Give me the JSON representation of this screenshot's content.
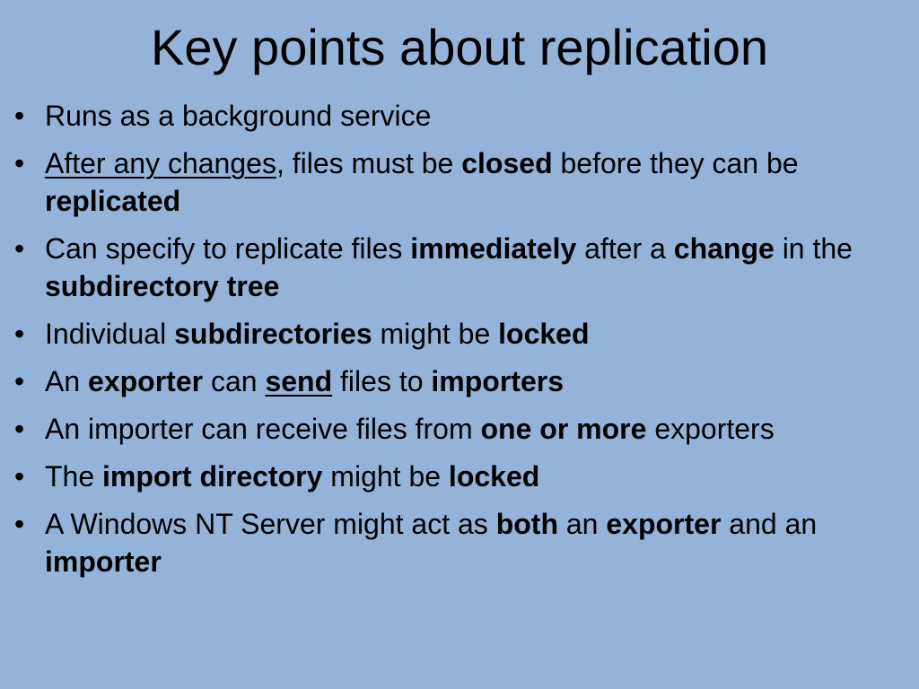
{
  "slide": {
    "title": "Key points about replication",
    "bullets": [
      [
        {
          "text": "Runs as a background service"
        }
      ],
      [
        {
          "text": "After any changes",
          "underline": true
        },
        {
          "text": ", files must be "
        },
        {
          "text": "closed",
          "bold": true
        },
        {
          "text": " before they can be "
        },
        {
          "text": "replicated",
          "bold": true
        }
      ],
      [
        {
          "text": "Can specify to replicate files "
        },
        {
          "text": "immediately",
          "bold": true
        },
        {
          "text": " after a "
        },
        {
          "text": "change",
          "bold": true
        },
        {
          "text": " in the "
        },
        {
          "text": "subdirectory tree",
          "bold": true
        }
      ],
      [
        {
          "text": "Individual "
        },
        {
          "text": "subdirectories",
          "bold": true
        },
        {
          "text": " might be "
        },
        {
          "text": "locked",
          "bold": true
        }
      ],
      [
        {
          "text": "An "
        },
        {
          "text": "exporter",
          "bold": true
        },
        {
          "text": " can "
        },
        {
          "text": "send",
          "bold": true,
          "underline": true
        },
        {
          "text": " files to "
        },
        {
          "text": "importers",
          "bold": true
        }
      ],
      [
        {
          "text": "An importer can receive files from "
        },
        {
          "text": "one or more",
          "bold": true
        },
        {
          "text": " exporters"
        }
      ],
      [
        {
          "text": "The "
        },
        {
          "text": "import directory",
          "bold": true
        },
        {
          "text": " might be "
        },
        {
          "text": "locked",
          "bold": true
        }
      ],
      [
        {
          "text": "A Windows NT Server might act as "
        },
        {
          "text": "both",
          "bold": true
        },
        {
          "text": " an "
        },
        {
          "text": "exporter",
          "bold": true
        },
        {
          "text": " and an "
        },
        {
          "text": "importer",
          "bold": true
        }
      ]
    ]
  }
}
